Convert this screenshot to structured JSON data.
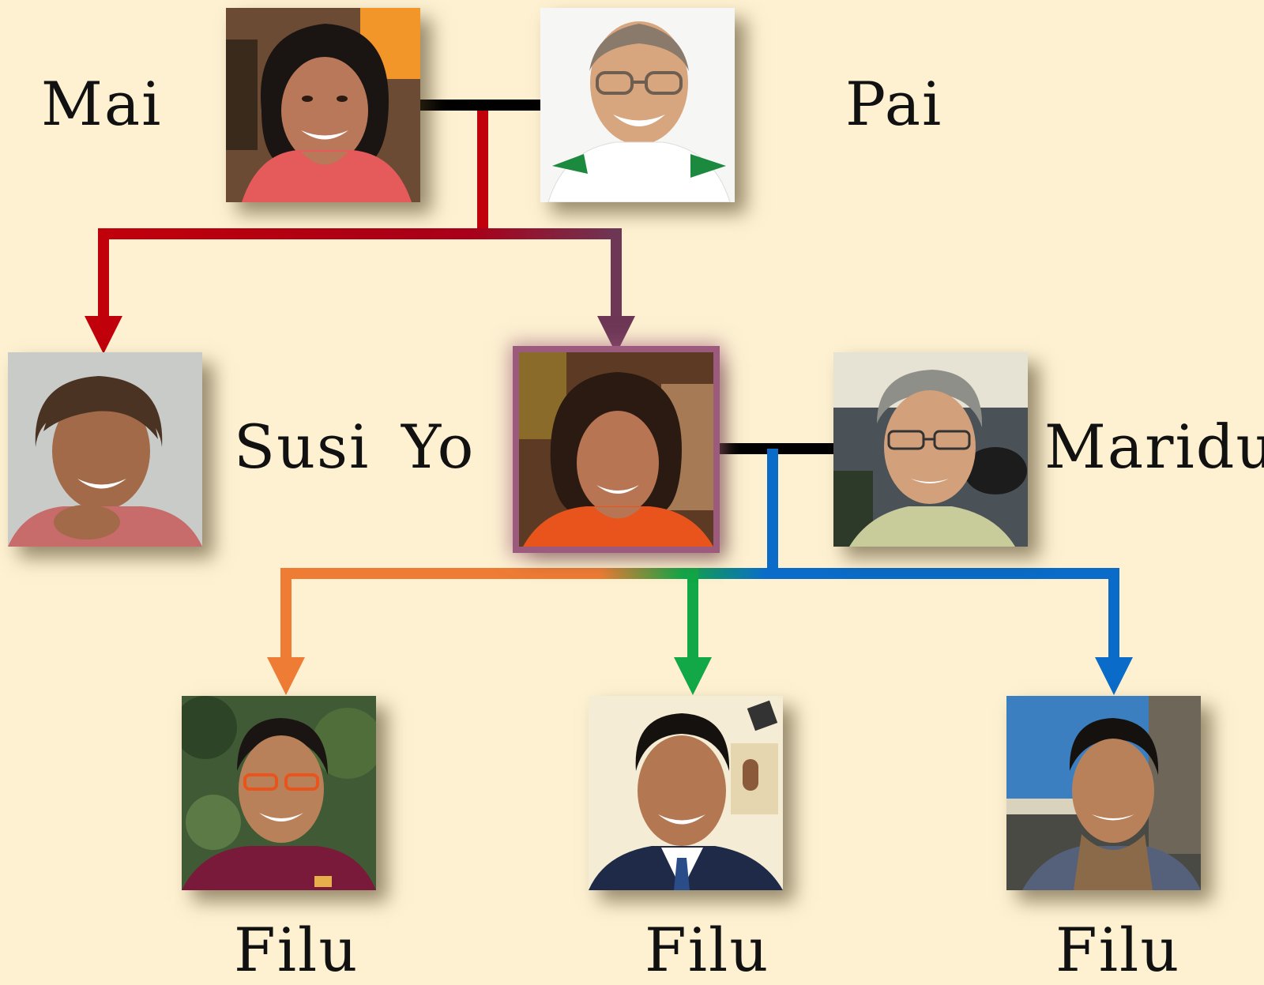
{
  "colors": {
    "background": "#fdf1d1",
    "couple_line": "#000000",
    "red_branch": "#c0000b",
    "purple_branch": "#6e3756",
    "orange_branch": "#ee7c35",
    "green_branch": "#12a848",
    "blue_branch": "#0a6cc8"
  },
  "people": {
    "mai": {
      "name": "Mai",
      "icon": "woman-portrait-icon"
    },
    "pai": {
      "name": "Pai",
      "icon": "man-portrait-icon"
    },
    "susi": {
      "name": "Susi",
      "icon": "woman-portrait-icon"
    },
    "yo": {
      "name": "Yo",
      "icon": "woman-portrait-icon",
      "highlighted": true
    },
    "maridu": {
      "name": "Maridu",
      "icon": "man-portrait-icon"
    },
    "filu_1": {
      "name": "Filu",
      "icon": "young-man-portrait-icon"
    },
    "filu_2": {
      "name": "Filu",
      "icon": "young-man-portrait-icon"
    },
    "filu_3": {
      "name": "Filu",
      "icon": "young-man-portrait-icon"
    }
  }
}
